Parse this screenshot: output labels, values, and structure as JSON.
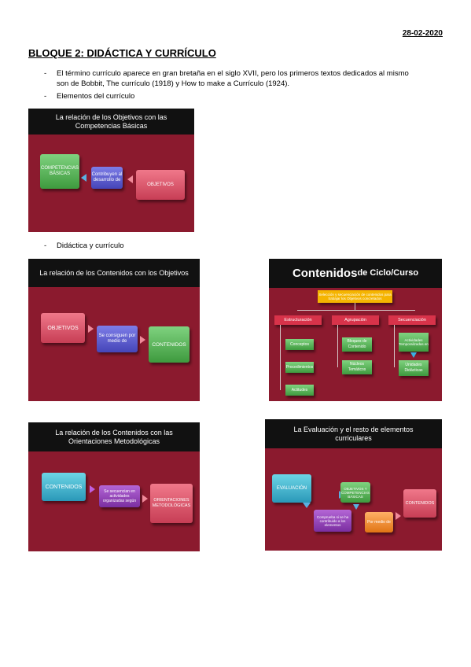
{
  "date": "28-02-2020",
  "title": "BLOQUE 2: DIDÁCTICA Y CURRÍCULO",
  "bullets": [
    {
      "dash": "-",
      "line1": "El término currículo aparece en gran bretaña en el siglo XVII, pero los primeros textos dedicados al mismo",
      "line2": "son de Bobbit, The currículo (1918) y How to make a Currículo (1924)."
    },
    {
      "dash": "-",
      "line1": "Elementos del currículo"
    },
    {
      "dash": "-",
      "line1": "Didáctica y currículo"
    }
  ],
  "slide1": {
    "header": "La relación de los Objetivos con las Competencias Básicas",
    "box_competencias": "COMPETENCIAS BÁSICAS",
    "box_middle": "Contribuyen al desarrollo de",
    "box_objetivos": "OBJETIVOS"
  },
  "slide2": {
    "header": "La relación de los Contenidos con los Objetivos",
    "box_objetivos": "OBJETIVOS",
    "box_middle": "Se consiguen por medio de",
    "box_contenidos": "CONTENIDOS"
  },
  "slide3": {
    "header_main": "Contenidos",
    "header_sub": " de Ciclo/Curso",
    "top_box": "Selección y secuenciación de contenidos para trabajar los Objetivos concretados",
    "cat1": "Estructuración",
    "cat2": "Agrupación",
    "cat3": "Secuenciación",
    "c1_items": [
      "Conceptos",
      "Procedimientos",
      "Actitudes"
    ],
    "c2_items": [
      "Bloques de Contenido",
      "Núcleos Temáticos"
    ],
    "c3_items": [
      "Actividades Temporalizadas en",
      "Unidades Didácticas"
    ]
  },
  "slide4": {
    "header": "La relación de los Contenidos con las Orientaciones Metodológicas",
    "box_contenidos": "CONTENIDOS",
    "box_middle": "Se secuencian en actividades organizadas según",
    "box_orientaciones": "ORIENTACIONES METODOLÓGICAS"
  },
  "slide5": {
    "header": "La Evaluación y el resto de elementos curriculares",
    "box_evaluacion": "EVALUACIÓN",
    "box_comprueba": "Comprueba si se ha contribuido a los elementos",
    "box_objetivos": "OBJETIVOS Y COMPETENCIAS BÁSICAS",
    "box_medio": "Por medio de",
    "box_contenidos": "CONTENIDOS"
  },
  "colors": {
    "slide_bg": "#8b1a2e",
    "header_bg": "#111111",
    "green": "#4caf50",
    "pink": "#e05a70",
    "blue": "#5a5ad0",
    "cyan": "#3ab0cc",
    "orange": "#f08a2a"
  }
}
